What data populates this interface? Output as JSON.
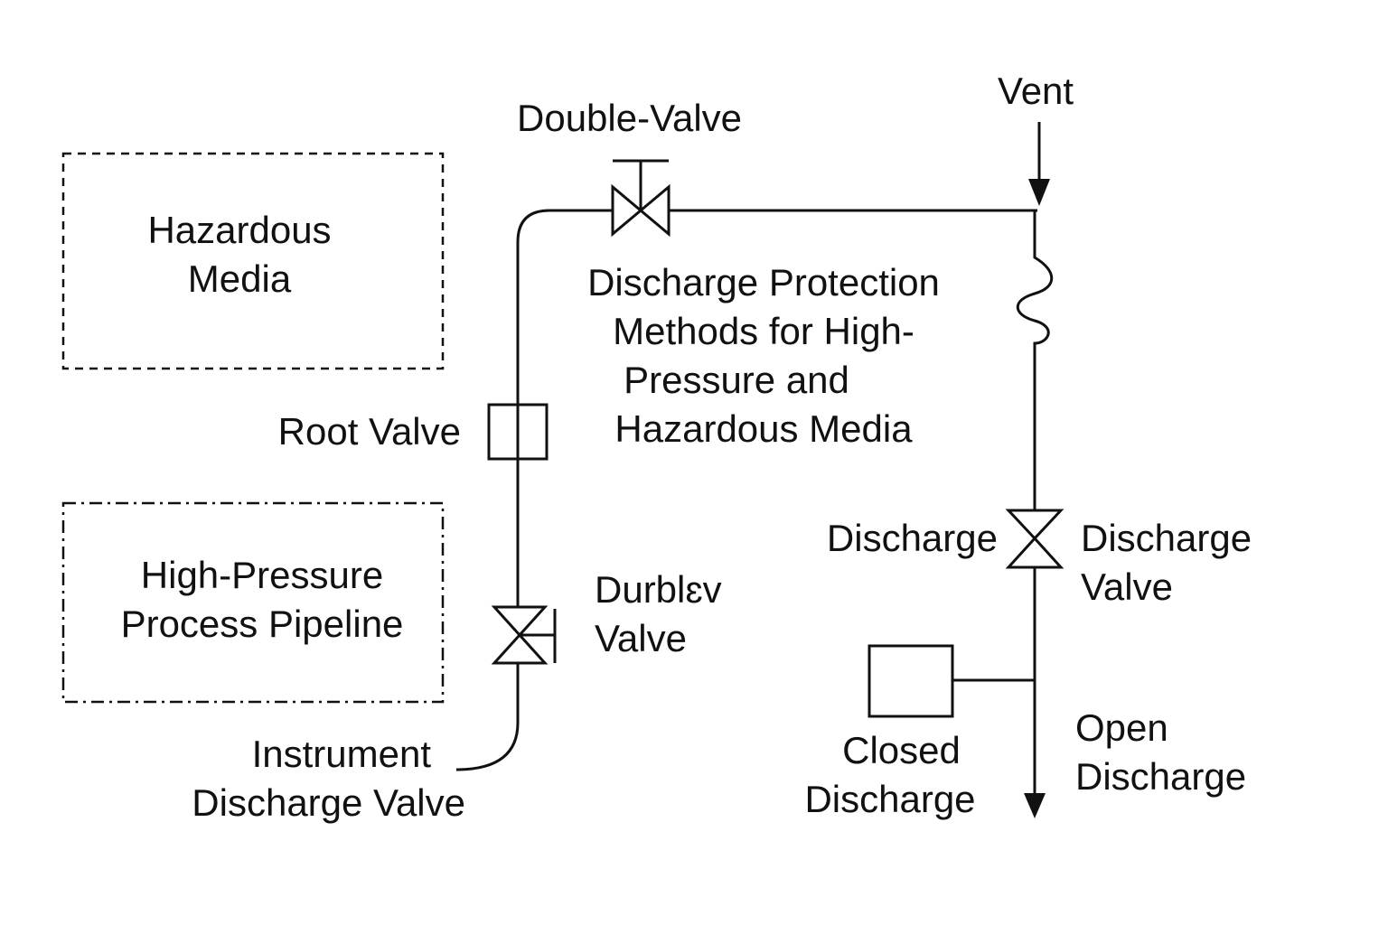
{
  "diagram": {
    "groups": {
      "hazardous_media": [
        "Hazardous",
        "Media"
      ],
      "high_pressure_pipeline": [
        "High-Pressure",
        "Process Pipeline"
      ]
    },
    "title": [
      "Discharge Protection",
      "Methods for High-",
      "Pressure and",
      "Hazardous Media"
    ],
    "labels": {
      "double_valve_top": "Double-Valve",
      "vent": "Vent",
      "root_valve": "Root Valve",
      "double_valve_lower": [
        "Durblɛv",
        "Valve"
      ],
      "instrument_discharge_valve": [
        "Instrument",
        "Discharge Valve"
      ],
      "discharge_left": "Discharge",
      "discharge_valve": [
        "Discharge",
        "Valve"
      ],
      "closed_discharge": [
        "Closed",
        "Discharge"
      ],
      "open_discharge": [
        "Open",
        "Discharge"
      ]
    }
  }
}
